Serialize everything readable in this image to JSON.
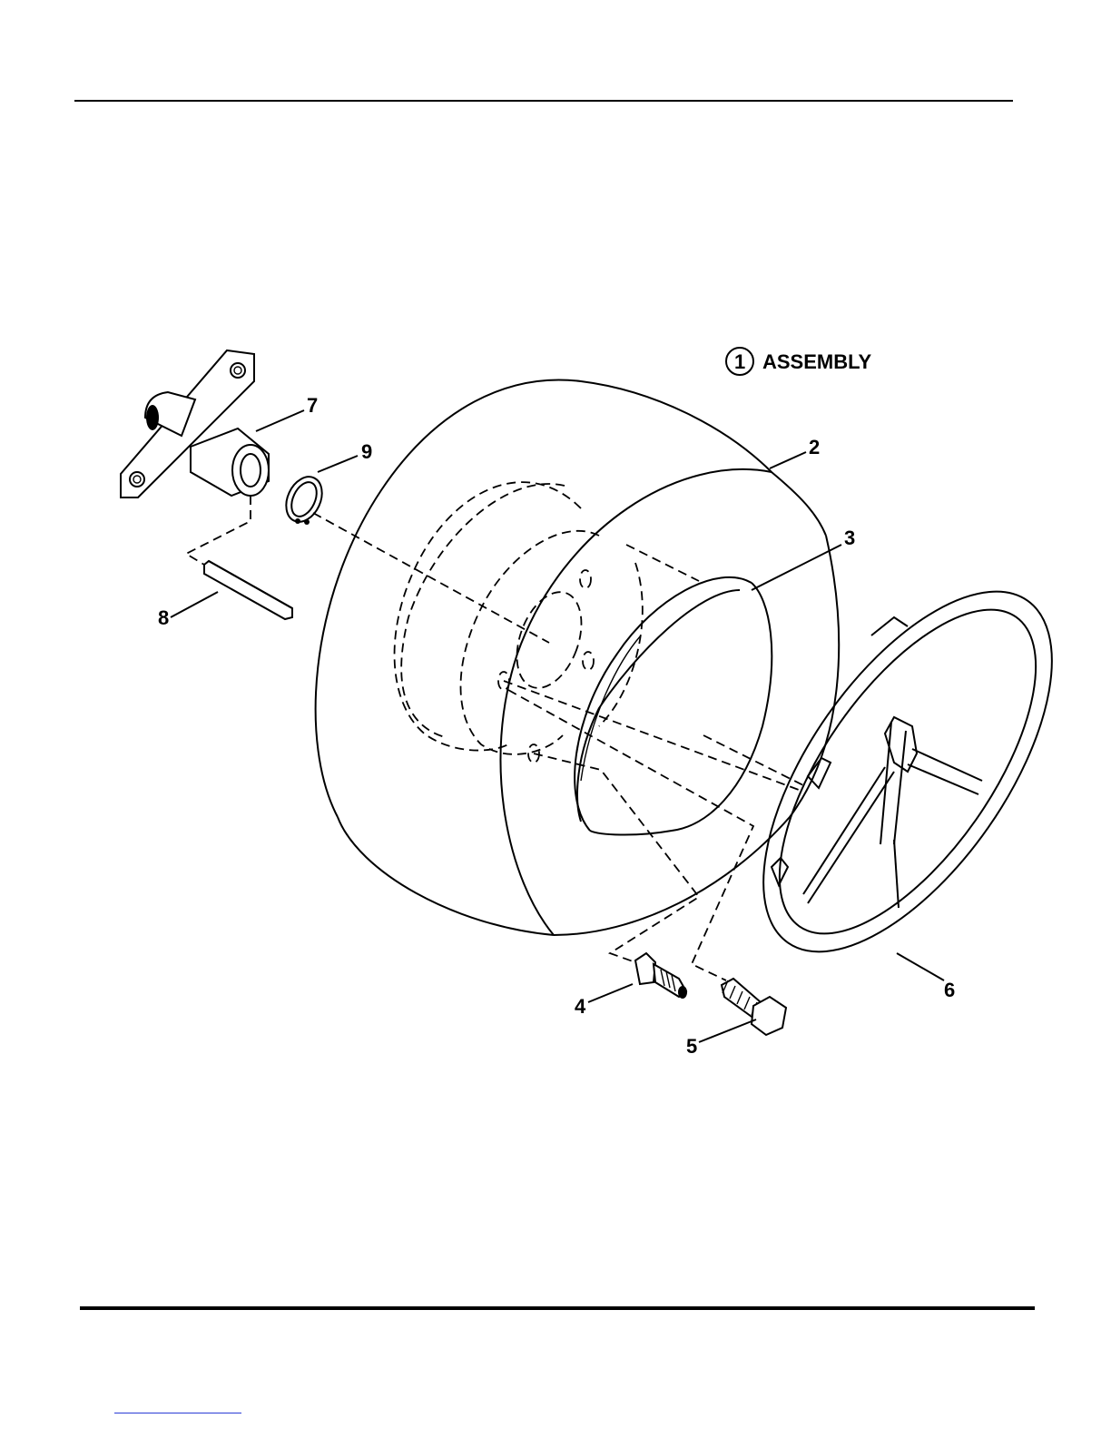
{
  "assembly": {
    "number": "1",
    "label": "ASSEMBLY"
  },
  "callouts": {
    "c2": "2",
    "c3": "3",
    "c4": "4",
    "c5": "5",
    "c6": "6",
    "c7": "7",
    "c8": "8",
    "c9": "9"
  }
}
